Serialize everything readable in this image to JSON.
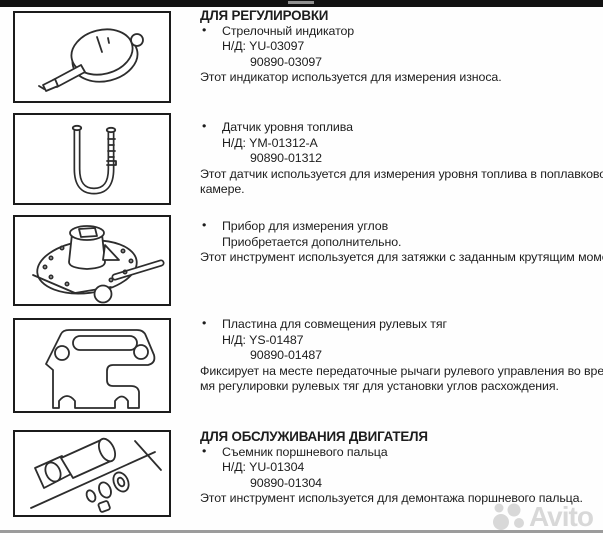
{
  "page": {
    "bullet": "•"
  },
  "blocks": [
    {
      "heading": "ДЛЯ РЕГУЛИРОВКИ",
      "name": "Стрелочный индикатор",
      "part1": "Н/Д: YU-03097",
      "part2": "90890-03097",
      "desc_lines": [
        "Этот индикатор используется для измерения износа."
      ],
      "image": "dial-indicator"
    },
    {
      "name": "Датчик уровня топлива",
      "part1": "Н/Д: YM-01312-A",
      "part2": "90890-01312",
      "desc_lines": [
        "Этот датчик используется для измерения уровня топлива в поплавковой",
        "камере."
      ],
      "image": "fuel-level-gauge"
    },
    {
      "name": "Прибор для измерения углов",
      "part1": "Приобретается дополнительно.",
      "desc_lines": [
        "Этот инструмент используется для затяжки с заданным крутящим моментом."
      ],
      "image": "angle-measuring-device"
    },
    {
      "name": "Пластина для совмещения рулевых тяг",
      "part1": "Н/Д: YS-01487",
      "part2": "90890-01487",
      "desc_lines": [
        "Фиксирует на месте передаточные рычаги рулевого управления во вре-",
        "мя регулировки рулевых тяг для установки углов расхождения."
      ],
      "image": "tie-rod-alignment-plate"
    },
    {
      "heading": "ДЛЯ ОБСЛУЖИВАНИЯ ДВИГАТЕЛЯ",
      "name": "Съемник поршневого пальца",
      "part1": "Н/Д: YU-01304",
      "part2": "90890-01304",
      "desc_lines": [
        "Этот инструмент используется для демонтажа поршневого пальца."
      ],
      "image": "piston-pin-puller"
    }
  ],
  "watermark": {
    "label": "Avito"
  },
  "colors": {
    "text": "#1d1d1d",
    "rule": "#9b9b9b",
    "watermark": "#d8d8d8",
    "topbar": "#121212"
  }
}
